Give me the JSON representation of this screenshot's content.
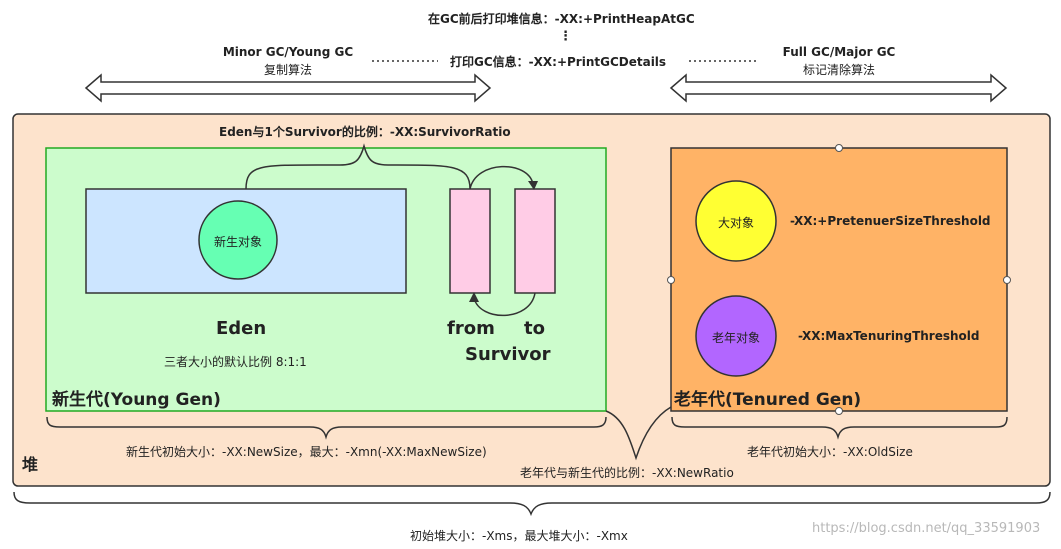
{
  "top": {
    "print_heap": "在GC前后打印堆信息：-XX:+PrintHeapAtGC",
    "vertical_dots": "⋮",
    "print_gc_details": "打印GC信息：-XX:+PrintGCDetails",
    "minor_gc": "Minor GC/Young GC",
    "minor_algo": "复制算法",
    "full_gc": "Full GC/Major GC",
    "full_algo": "标记清除算法"
  },
  "heap": {
    "label": "堆",
    "survivor_ratio": "Eden与1个Survivor的比例：-XX:SurvivorRatio"
  },
  "young": {
    "label": "新生代(Young Gen)",
    "new_object": "新生对象",
    "eden": "Eden",
    "from": "from",
    "to": "to",
    "survivor": "Survivor",
    "ratio_text": "三者大小的默认比例 8:1:1",
    "size_text": "新生代初始大小：-XX:NewSize，最大：-Xmn(-XX:MaxNewSize)"
  },
  "old": {
    "label": "老年代(Tenured Gen)",
    "big_object": "大对象",
    "pretenure": "-XX:+PretenuerSizeThreshold",
    "old_object": "老年对象",
    "max_tenuring": "-XX:MaxTenuringThreshold",
    "size_text": "老年代初始大小：-XX:OldSize"
  },
  "new_ratio": "老年代与新生代的比例：-XX:NewRatio",
  "heap_size": "初始堆大小：-Xms，最大堆大小：-Xmx",
  "watermark": "https://blog.csdn.net/qq_33591903",
  "colors": {
    "heap_fill": "#fde3cc",
    "young_fill": "#ccfccc",
    "old_fill": "#ffb366",
    "eden_fill": "#cce5ff",
    "survivor_fill": "#ffcce6",
    "new_object_fill": "#66ffb3",
    "big_object_fill": "#ffff33",
    "old_object_fill": "#b266ff"
  }
}
